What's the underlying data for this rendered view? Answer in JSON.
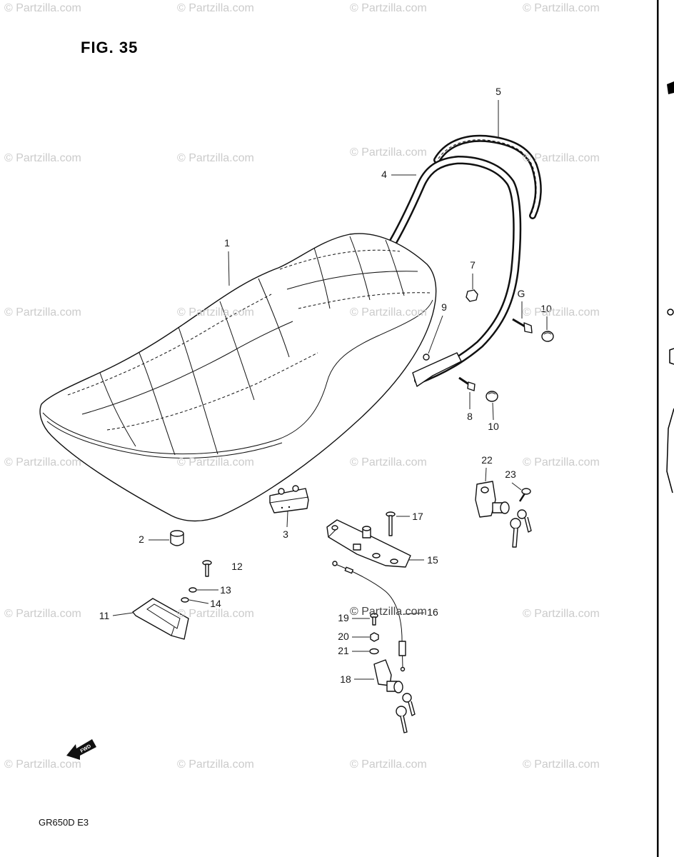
{
  "figure": {
    "title": "FIG. 35",
    "model_code": "GR650D E3",
    "direction_label": "FWD"
  },
  "watermark": "© Partzilla.com",
  "callouts": [
    "1",
    "2",
    "3",
    "4",
    "5",
    "7",
    "G",
    "10",
    "9",
    "8",
    "10",
    "22",
    "23",
    "17",
    "15",
    "12",
    "13",
    "14",
    "11",
    "19",
    "16",
    "20",
    "21",
    "18"
  ]
}
